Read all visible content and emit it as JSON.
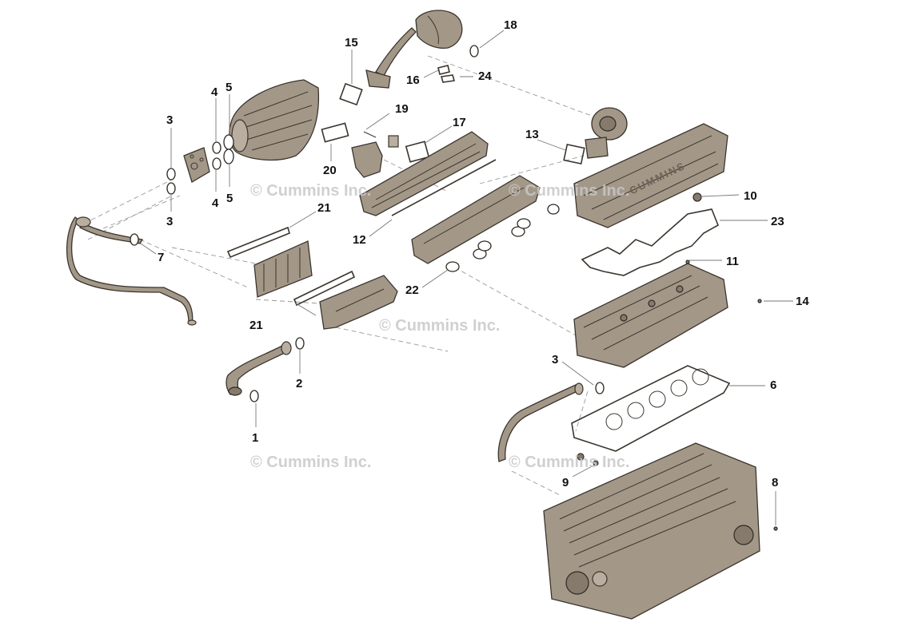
{
  "watermark": "© Cummins Inc.",
  "valve_cover_brand": "CUMMINS",
  "callouts": {
    "c1": "1",
    "c2": "2",
    "c3a": "3",
    "c3b": "3",
    "c3c": "3",
    "c4a": "4",
    "c4b": "4",
    "c5a": "5",
    "c5b": "5",
    "c6": "6",
    "c7": "7",
    "c8": "8",
    "c9": "9",
    "c10": "10",
    "c11": "11",
    "c12": "12",
    "c13": "13",
    "c14": "14",
    "c15": "15",
    "c16": "16",
    "c17": "17",
    "c18": "18",
    "c19": "19",
    "c20": "20",
    "c21a": "21",
    "c21b": "21",
    "c22": "22",
    "c23": "23",
    "c24": "24"
  },
  "colors": {
    "part_fill": "#a39888",
    "part_stroke": "#3b352e",
    "watermark": "#c8c8c8",
    "callout_text": "#111111"
  }
}
